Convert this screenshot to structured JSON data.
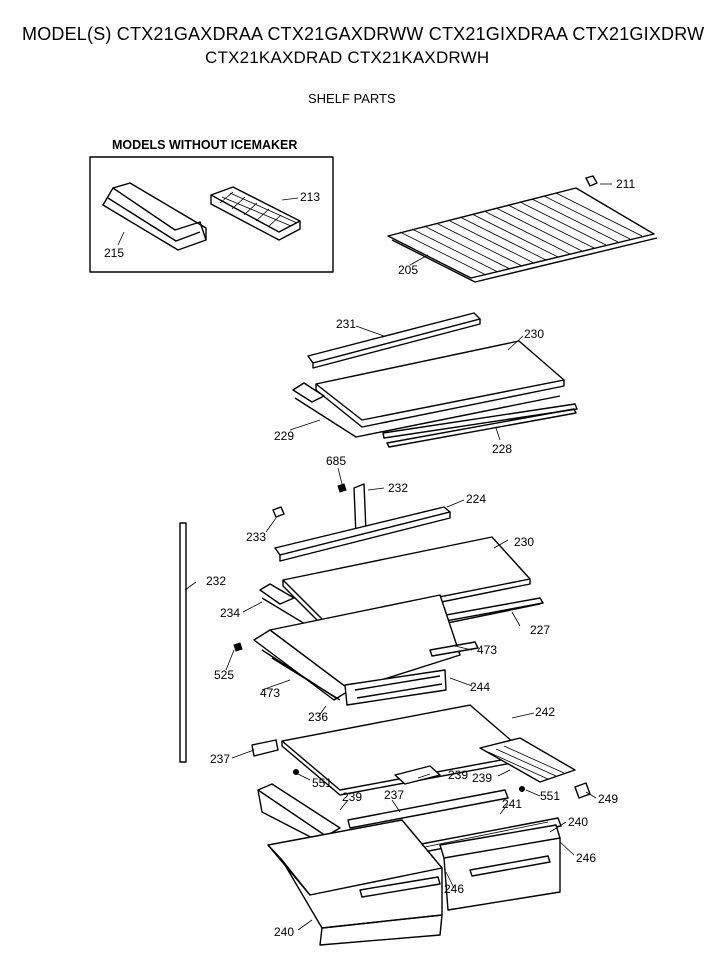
{
  "header": {
    "models_line1": "MODEL(S) CTX21GAXDRAA CTX21GAXDRWW CTX21GIXDRAA CTX21GIXDRWW",
    "models_line2": "CTX21KAXDRAD CTX21KAXDRWH",
    "section": "SHELF PARTS"
  },
  "inset": {
    "title": "MODELS WITHOUT ICEMAKER"
  },
  "part_labels": [
    "213",
    "215",
    "211",
    "205",
    "231",
    "230",
    "229",
    "228",
    "685",
    "232",
    "224",
    "233",
    "230",
    "232",
    "234",
    "227",
    "473",
    "525",
    "473",
    "244",
    "236",
    "242",
    "237",
    "551",
    "239",
    "239",
    "249",
    "551",
    "239",
    "237",
    "241",
    "240",
    "246",
    "246",
    "240"
  ],
  "icons": [
    "exploded-parts-drawing"
  ]
}
